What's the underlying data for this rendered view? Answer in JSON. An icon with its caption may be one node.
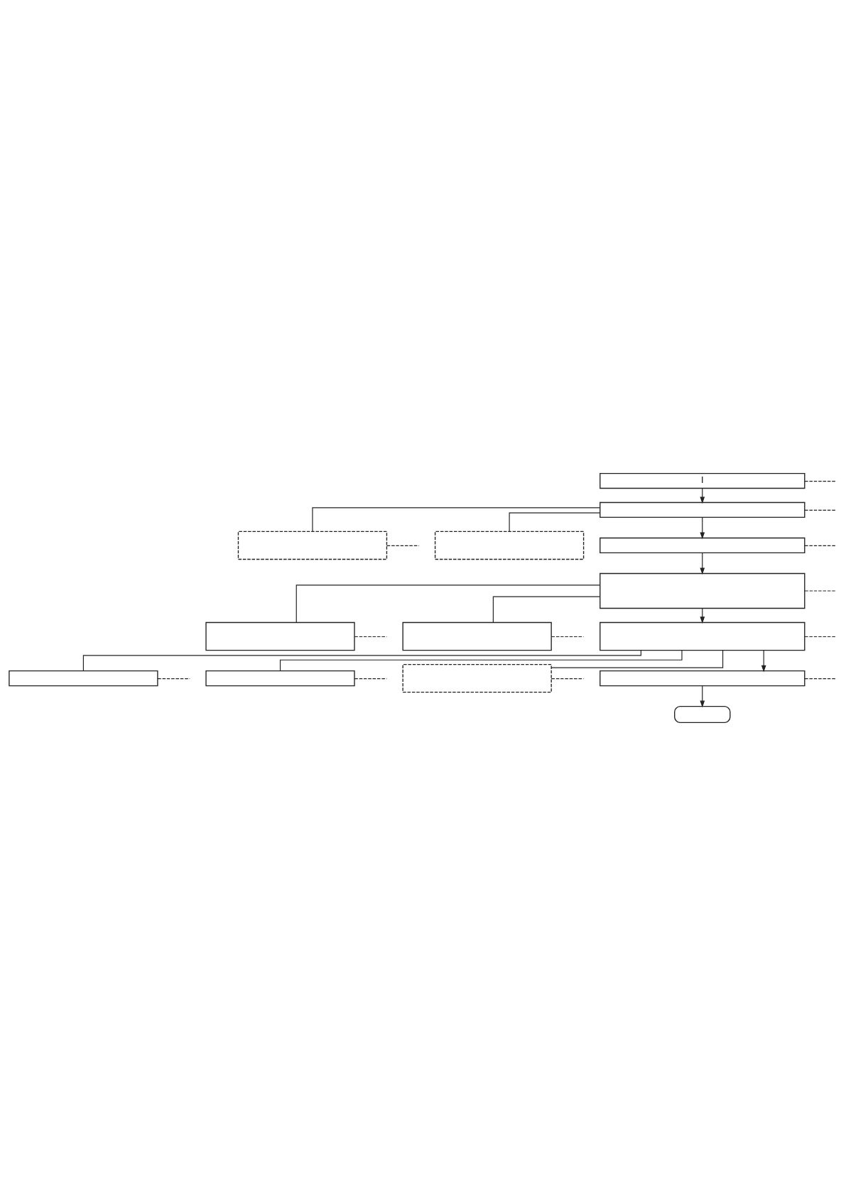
{
  "diagram": {
    "nodes": [
      {
        "text": [
          "I"
        ]
      },
      {
        "text": [],
        "shape": "box"
      },
      {
        "text": [],
        "shape": "box"
      },
      {
        "text": [],
        "shape": "box"
      },
      {
        "text": [],
        "shape": "box"
      },
      {
        "text": [],
        "shape": "box"
      },
      {
        "text": [],
        "shape": "box"
      },
      {
        "text": [],
        "shape": "box"
      },
      {
        "text": [],
        "shape": "box"
      },
      {
        "text": [],
        "shape": "box"
      },
      {
        "text": [],
        "shape": "box"
      },
      {
        "text": [],
        "shape": "box"
      },
      {
        "text": [],
        "shape": "box"
      },
      {
        "text": [],
        "shape": "oval"
      }
    ],
    "edges": [
      {
        "from": 0,
        "to": 1,
        "arrow": "to"
      },
      {
        "from": 1,
        "to": 2,
        "arrow": "none"
      },
      {
        "from": 1,
        "to": 3,
        "arrow": "none"
      },
      {
        "from": 1,
        "to": 4,
        "arrow": "to"
      },
      {
        "from": 4,
        "to": 5,
        "arrow": "to"
      },
      {
        "from": 5,
        "to": 6,
        "arrow": "none"
      },
      {
        "from": 5,
        "to": 7,
        "arrow": "none"
      },
      {
        "from": 5,
        "to": 8,
        "arrow": "to"
      },
      {
        "from": 8,
        "to": 9,
        "arrow": "none"
      },
      {
        "from": 8,
        "to": 10,
        "arrow": "none"
      },
      {
        "from": 8,
        "to": 11,
        "arrow": "none"
      },
      {
        "from": 8,
        "to": 12,
        "arrow": "to"
      },
      {
        "from": 12,
        "to": 13,
        "arrow": "to"
      },
      {
        "from": 0,
        "to": null,
        "arrow": "none",
        "style": "dashed"
      },
      {
        "from": 1,
        "to": null,
        "arrow": "none",
        "style": "dashed"
      },
      {
        "from": 2,
        "to": null,
        "arrow": "none",
        "style": "dashed"
      },
      {
        "from": 4,
        "to": null,
        "arrow": "none",
        "style": "dashed"
      },
      {
        "from": 5,
        "to": null,
        "arrow": "none",
        "style": "dashed"
      },
      {
        "from": 6,
        "to": null,
        "arrow": "none",
        "style": "dashed"
      },
      {
        "from": 7,
        "to": null,
        "arrow": "none",
        "style": "dashed"
      },
      {
        "from": 8,
        "to": null,
        "arrow": "none",
        "style": "dashed"
      },
      {
        "from": 9,
        "to": null,
        "arrow": "none",
        "style": "dashed"
      },
      {
        "from": 10,
        "to": null,
        "arrow": "none",
        "style": "dashed"
      },
      {
        "from": 11,
        "to": null,
        "arrow": "none",
        "style": "dashed"
      },
      {
        "from": 12,
        "to": null,
        "arrow": "none",
        "style": "dashed"
      }
    ]
  }
}
